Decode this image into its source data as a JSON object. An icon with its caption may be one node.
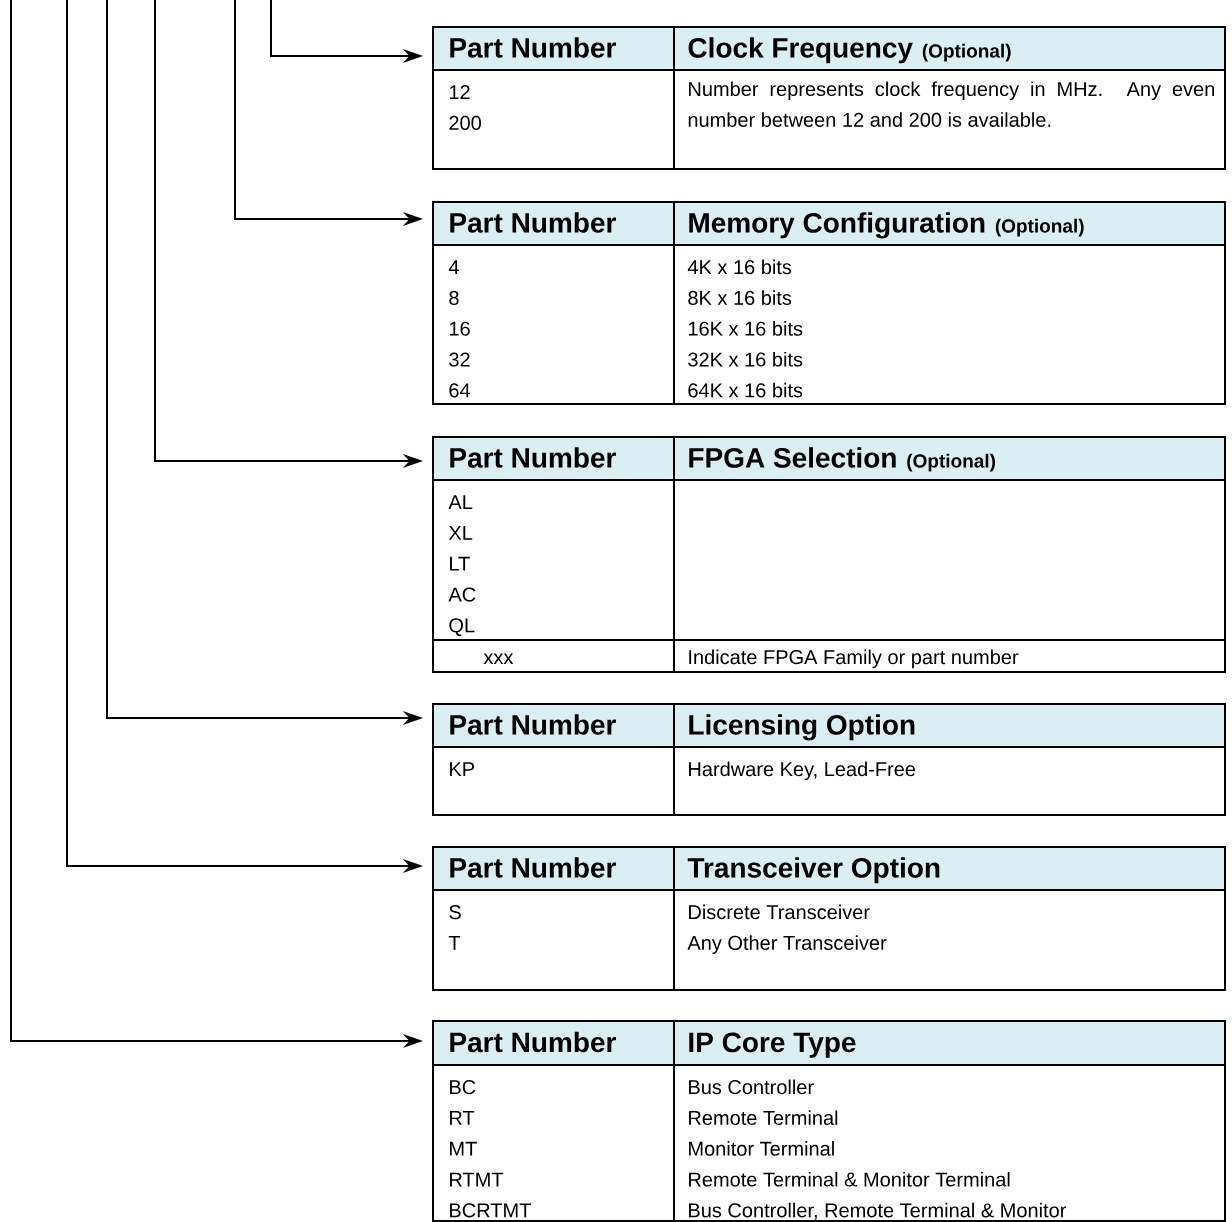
{
  "diagram": {
    "nodes": [
      {
        "text": [
          "Part Number",
          "Clock Frequency",
          "(Optional)",
          "12",
          "200",
          "Number represents clock frequency in MHz. Any even number between 12 and 200 is available."
        ]
      },
      {
        "text": [
          "Part Number",
          "Memory Configuration",
          "(Optional)",
          "4",
          "8",
          "16",
          "32",
          "64",
          "4K x 16 bits",
          "8K x 16 bits",
          "16K x 16 bits",
          "32K x 16 bits",
          "64K x 16 bits"
        ]
      },
      {
        "text": [
          "Part Number",
          "FPGA Selection",
          "(Optional)",
          "AL",
          "XL",
          "LT",
          "AC",
          "QL",
          "xxx",
          "Indicate FPGA Family or part number"
        ]
      },
      {
        "text": [
          "Part Number",
          "Licensing Option",
          "KP",
          "Hardware Key, Lead-Free"
        ]
      },
      {
        "text": [
          "Part Number",
          "Transceiver Option",
          "S",
          "T",
          "Discrete Transceiver",
          "Any Other Transceiver"
        ]
      },
      {
        "text": [
          "Part Number",
          "IP Core Type",
          "BC",
          "RT",
          "MT",
          "RTMT",
          "BCRTMT",
          "Bus Controller",
          "Remote Terminal",
          "Monitor Terminal",
          "Remote Terminal & Monitor Terminal",
          "Bus Controller, Remote Terminal & Monitor"
        ]
      }
    ],
    "edges": [
      {
        "from": null,
        "to": 0,
        "arrow": "to"
      },
      {
        "from": null,
        "to": 1,
        "arrow": "to"
      },
      {
        "from": null,
        "to": 2,
        "arrow": "to"
      },
      {
        "from": null,
        "to": 3,
        "arrow": "to"
      },
      {
        "from": null,
        "to": 4,
        "arrow": "to"
      },
      {
        "from": null,
        "to": 5,
        "arrow": "to"
      }
    ]
  }
}
